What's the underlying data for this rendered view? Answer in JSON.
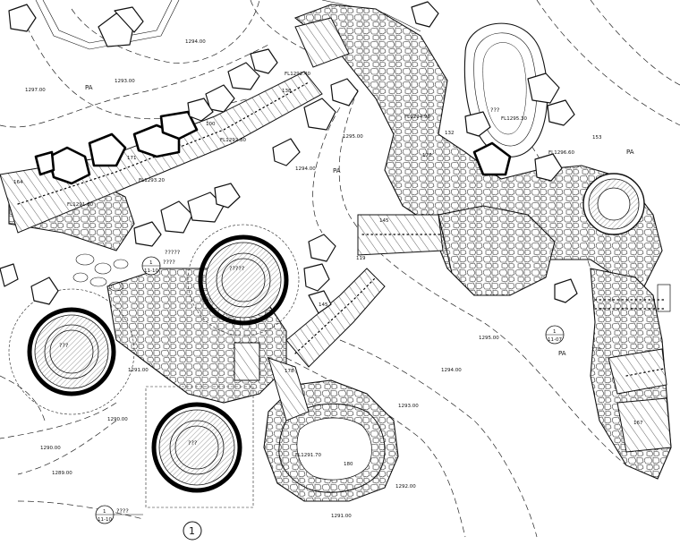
{
  "plan": {
    "sheet_number": "1",
    "contour_labels": [
      "1294.00",
      "1293.00",
      "1297.00",
      "1295.00",
      "1294.00",
      "1295.00",
      "1294.00",
      "1293.00",
      "1292.00",
      "1291.00",
      "1290.00",
      "1289.00",
      "1290.00",
      "1291.00"
    ],
    "area_labels": [
      "PA",
      "PA",
      "PA",
      "PA"
    ],
    "level_labels": [
      "FL1291.60",
      "FL1293.20",
      "FL1292.80",
      "FL1292.40",
      "FL1294.90",
      "FL1295.30",
      "FL1296.60",
      "FL1291.70"
    ],
    "dimension_labels": [
      "100",
      "171",
      "164",
      "138",
      "132",
      "145",
      "177",
      "153",
      "119",
      "145",
      "167",
      "170",
      "178",
      "180"
    ],
    "structure_labels": [
      "?????",
      "???",
      "???",
      "?????",
      "???"
    ],
    "callouts": [
      {
        "top": "1",
        "bottom": "11-10",
        "text": "????"
      },
      {
        "top": "1",
        "bottom": "11-10",
        "text": "????"
      },
      {
        "top": "1",
        "bottom": "11-07",
        "text": ""
      }
    ]
  }
}
